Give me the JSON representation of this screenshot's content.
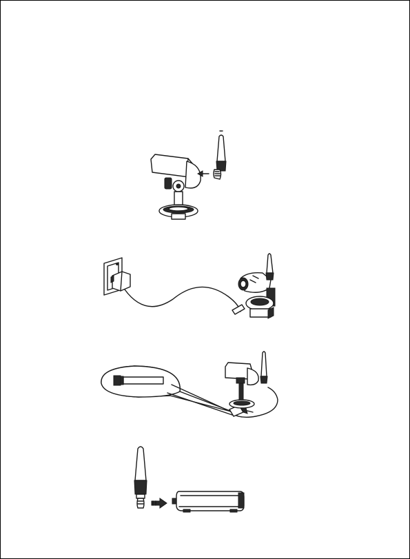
{
  "page": {
    "background": "#ffffff",
    "border_color": "#000000",
    "ink_color": "#1a1a1a"
  },
  "figures": [
    {
      "id": "fig-antenna-to-camera",
      "icons": [
        "camera-icon",
        "antenna-icon",
        "arrow-left-icon"
      ]
    },
    {
      "id": "fig-camera-power-adapter",
      "icons": [
        "wall-outlet-icon",
        "power-adapter-icon",
        "camera-icon",
        "antenna-icon"
      ]
    },
    {
      "id": "fig-camera-cable-connection",
      "icons": [
        "callout-bubble",
        "connector-icon",
        "camera-icon",
        "antenna-icon"
      ]
    },
    {
      "id": "fig-antenna-to-receiver",
      "icons": [
        "antenna-icon",
        "arrow-right-icon",
        "receiver-icon"
      ]
    }
  ]
}
